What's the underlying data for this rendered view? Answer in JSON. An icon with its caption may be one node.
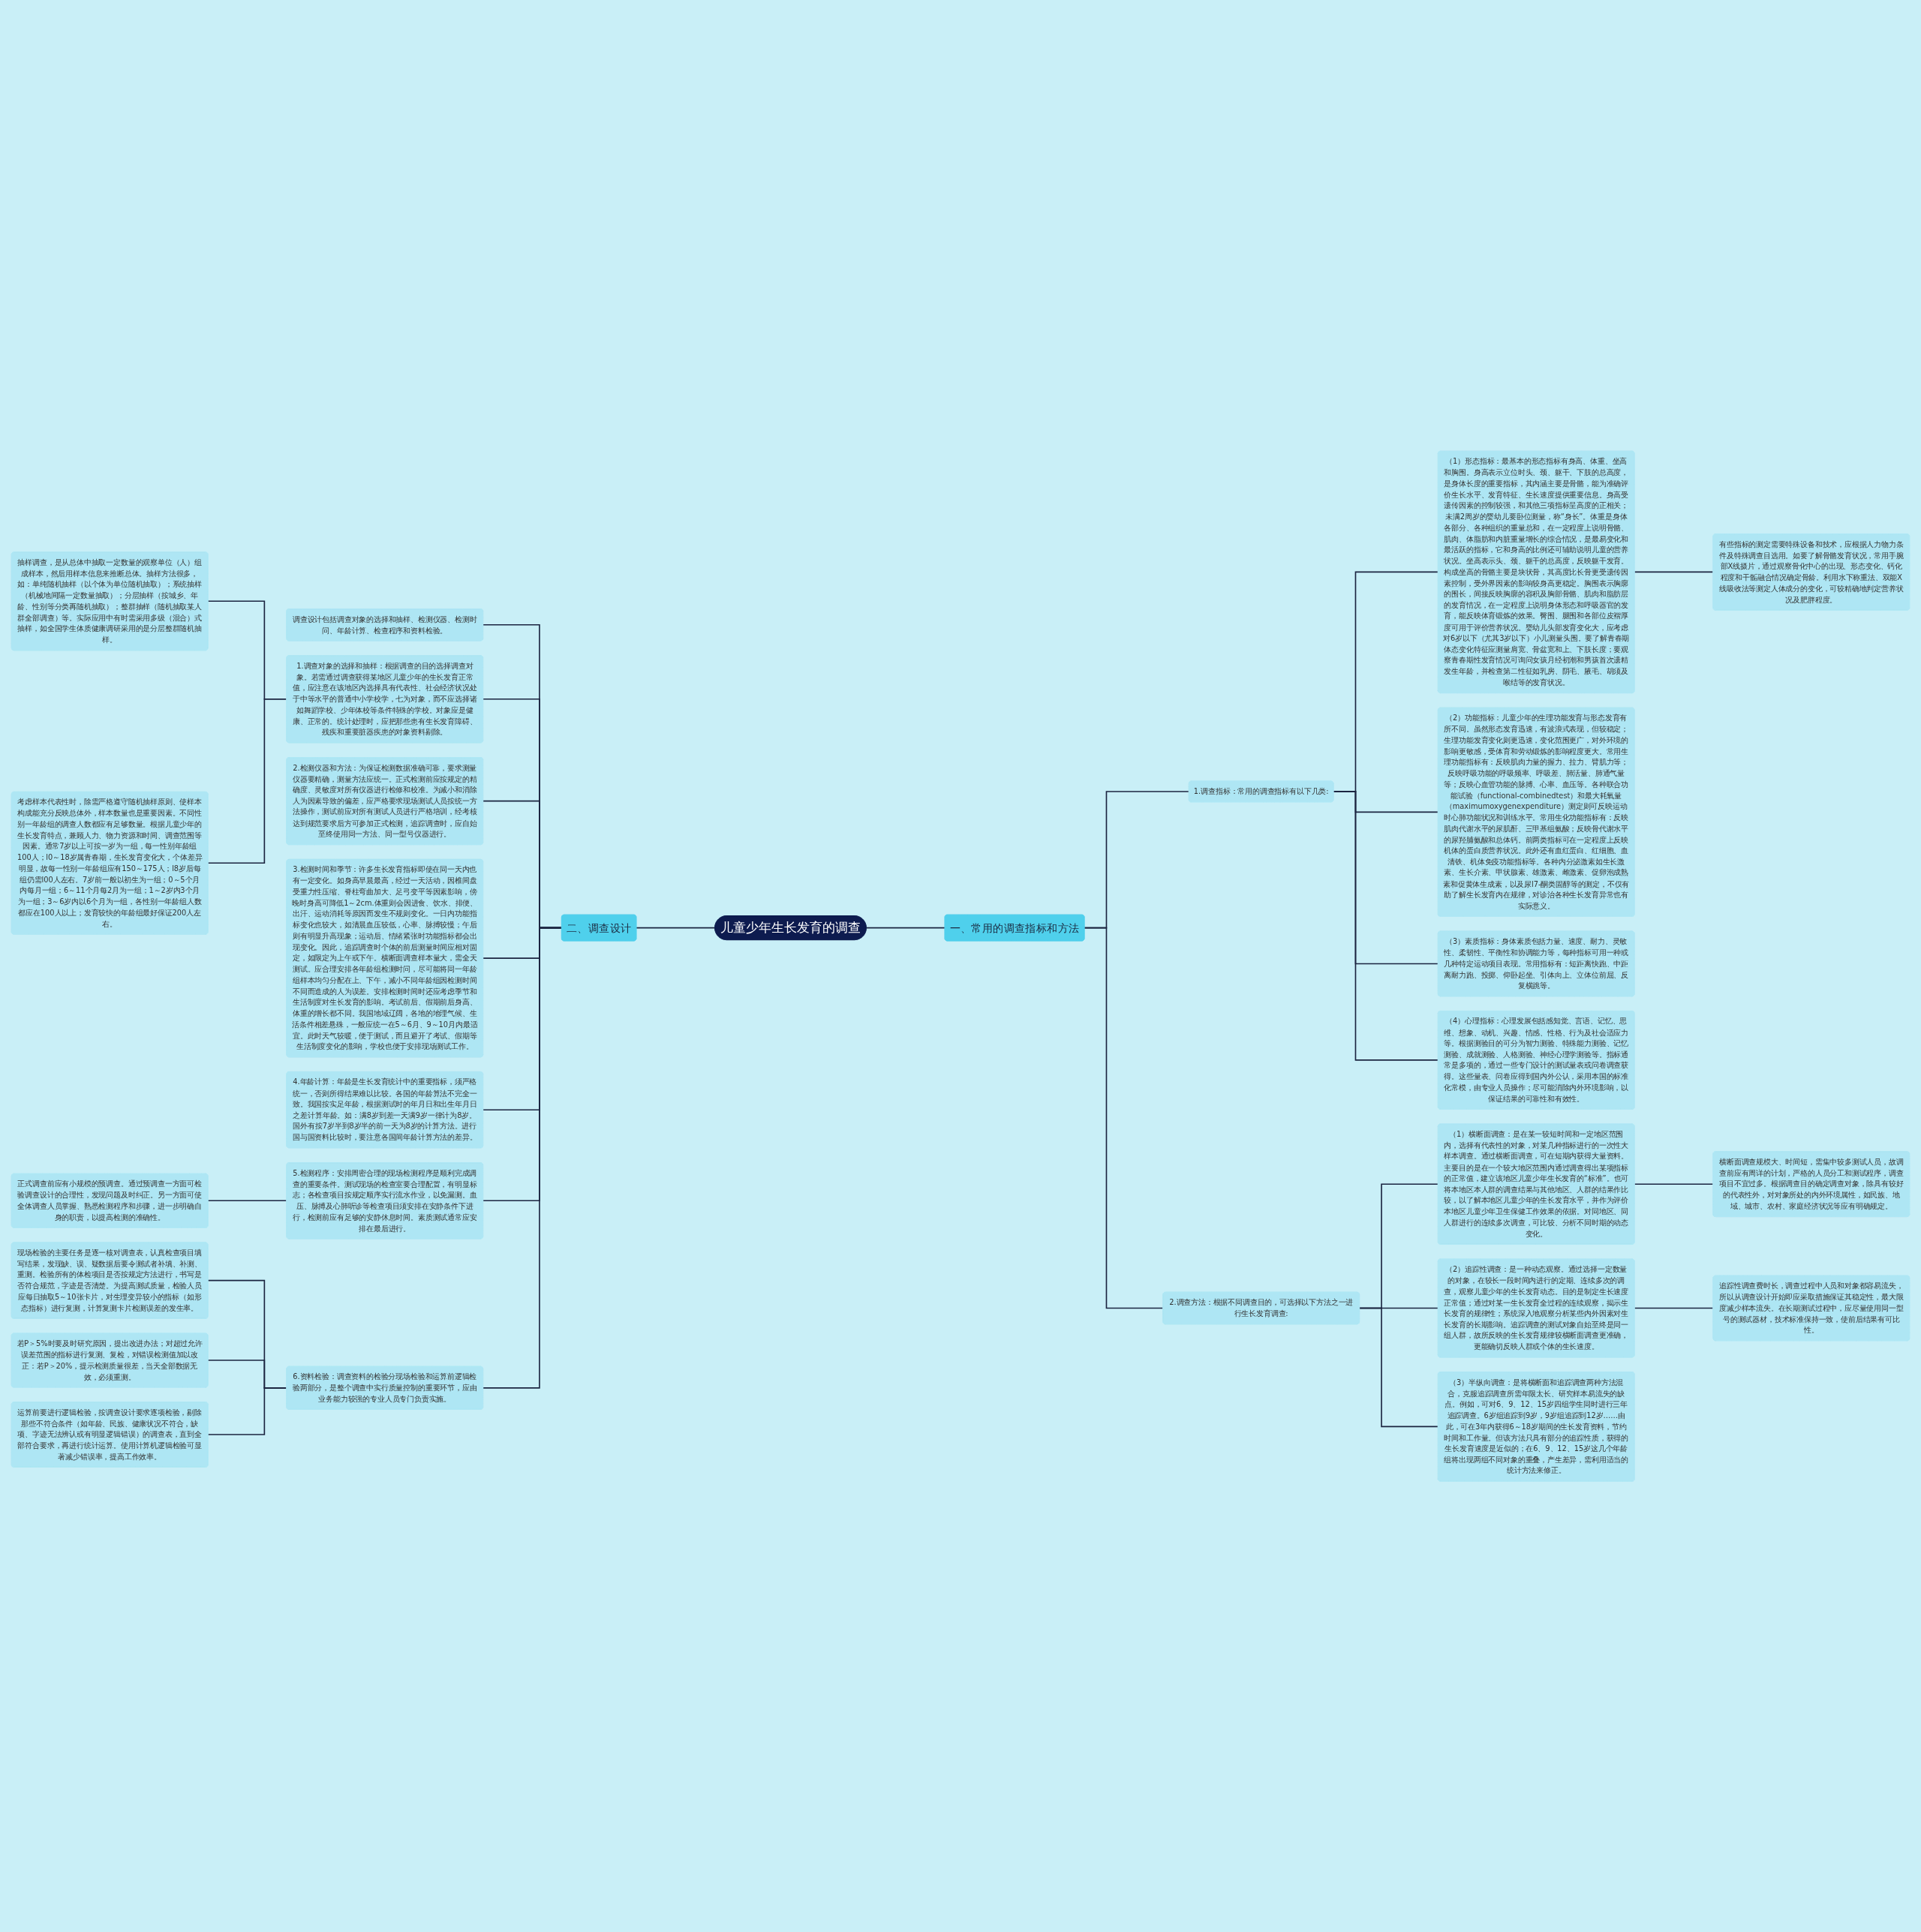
{
  "diagram": {
    "nodes": [
      {
        "text": [
          "儿童少年生长发育的调查"
        ]
      },
      {
        "text": [
          "二、调查设计"
        ]
      },
      {
        "text": [
          "调查设计包括调查对象的选择和抽样、检测仪器、检测时问、年龄计算、检查程序和资料检验。"
        ]
      },
      {
        "text": [
          "1.调查对象的选择和抽样：根据调查的目的选择调查对象。若需通过调查获得某地区儿童少年的生长发育正常值，应注意在该地区内选择具有代表性、社会经济状况处于中等水平的普通中小学校学，七为对象，而不应选择诸如舞蹈学校、少年体校等条件特殊的学校。对象应是健康、正常的。统计处理时，应把那些患有生长发育障碍、残疾和重要脏器疾患的对象资料剔除。"
        ]
      },
      {
        "text": [
          "抽样调查，是从总体中抽取一定数量的观察单位（人）组成样本，然后用样本信息来推断总体。抽样方法很多，如：单纯随机抽样（以个体为单位随机抽取）；系统抽样（机械地间隔一定数量抽取）；分层抽样（按城乡、年龄、性别等分类再随机抽取）；整群抽样（随机抽取某人群全部调查）等。实际应用中有时需采用多级（混合）式抽样，如全国学生体质健康调研采用的是分层整群随机抽样。"
        ]
      },
      {
        "text": [
          "考虑样本代表性时，除需严格遵守随机抽样原则、使样本构成能充分反映总体外，样本数量也是重要因素。不同性别一年龄组的调查人数都应有足够数量。根据儿童少年的生长发育特点，兼顾人力、物力资源和时间、调查范围等因素。通常7岁以上可按一岁为一组，每一性别年龄组100人；l0～18岁属青春期，生长发育变化大，个体差异明显，故每一性别一年龄组应有150～175人；l8岁后每组仍需l00人左右。7岁前一般以初生为一组；0～5个月内每月一组；6～11个月每2月为一组；1～2岁内3个月为一组；3～6岁内以6个月为一组，各性别一年龄组人数都应在100人以上；发育较快的年龄组最好保证200人左右。"
        ]
      },
      {
        "text": [
          "2.检测仪器和方法：为保证检测数据准确可靠，要求测量仪器要精确，测量方法应统一。正式检测前应按规定的精确度、灵敏度对所有仪器进行检修和校准。为减小和消除人为因素导致的偏差，应严格要求现场测试人员按统一方法操作，测试前应对所有测试人员进行严格培训，经考核达到规范要求后方可参加正式检测，追踪调查时，应自始至终使用同一方法、同一型号仪器进行。"
        ]
      },
      {
        "text": [
          "3.检测时间和季节：许多生长发育指标即使在同一天内也有一定变化。如身高早晨最高，经过一天活动，因椎间盘受重力性压缩、脊柱弯曲加大、足弓变平等因素影响，傍晚时身高可降低1～2cm.体重则会因进食、饮水、排便、出汗、运动消耗等原因而发生不规则变化。一日内功能指标变化也较大，如清晨血压较低，心率、脉搏较慢；午后则有明显升高现象；运动后、情绪紧张时功能指标都会出现变化。因此，追踪调查时个体的前后测量时间应相对固定，如限定为上午或下午。横断面调查样本量大，需全天测试。应合理安排各年龄组检测时问，尽可能将同一年龄组样本均匀分配在上、下午，减小不同年龄组因检测时间不同而造成的人为误差。安排检测时间时还应考虑季节和生活制度对生长发育的影响。考试前后、假期前后身高、体重的增长都不同。我国地域辽阔，各地的地理气候、生活条件相差悬殊，一般应统一在5～6月、9～10月内最适宜。此时天气较暖，便于测试，而且避开了考试、假期等生活制度变化的影响，学校也便于安排现场测试工作。"
        ]
      },
      {
        "text": [
          "4.年龄计算：年龄是生长发育统计中的重要指标，须严格统一，否则所得结果难以比较。各国的年龄算法不完全一致。我国按实足年龄，根据测试时的年月日和出生年月日之差计算年龄。如：满8岁到差一天满9岁一律计为8岁。国外有按7岁半到8岁半的前一天为8岁的计算方法。进行国与国资料比较时，要注意各国间年龄计算方法的差异。"
        ]
      },
      {
        "text": [
          "5.检测程序：安排周密合理的现场检测程序是顺利完成调查的重要条件。测试现场的检查室要合理配置，有明显标志；各检查项目按规定顺序实行流水作业，以免漏测。血压、脉搏及心肺听诊等检查项目须安排在安静条件下进行，检测前应有足够的安静休息时间。素质测试通常应安排在最后进行。"
        ]
      },
      {
        "text": [
          "正式调查前应有小规模的预调查。通过预调查一方面可检验调查设计的合理性，发现问题及时纠正。另一方面可使全体调查人员掌握、熟悉检测程序和步骤，进一步明确自身的职责，以提高检测的准确性。"
        ]
      },
      {
        "text": [
          "6.资料检验：调查资料的检验分现场检验和运算前逻辑检验两部分，是整个调查中实行质量控制的重要环节，应由业务能力较强的专业人员专门负责实施。"
        ]
      },
      {
        "text": [
          "现场检验的主要任务是逐一核对调查表，认真检查项目填写结果，发现缺、误、疑数据后要令测试者补填、补测、重测。检验所有的体检项目是否按规定方法进行，书写是否符合规范，字迹是否清楚。为提高测试质量，检验人员应每日抽取5～10张卡片，对生理变异较小的指标（如形态指标）进行复测，计算复测卡片检测误差的发生率。"
        ]
      },
      {
        "text": [
          "若P＞5%时要及时研究原因，提出改进办法；对超过允许误差范围的指标进行复测、复检，对错误检测值加以改正：若P＞20%，提示检测质量很差，当天全部数据无效，必须重测。"
        ]
      },
      {
        "text": [
          "运算前要进行逻辑检验，按调查设计要求逐项检验，剔除那些不符合条件（如年龄、民族、健康状况不符合，缺项、字迹无法辨认或有明显逻辑错误）的调查表，直到全部符合要求，再进行统计运算。使用计算机逻辑检验可显著减少错误率，提高工作效率。"
        ]
      },
      {
        "text": [
          "一、常用的调查指标和方法"
        ]
      },
      {
        "text": [
          "1.调查指标：常用的调查指标有以下几类:"
        ]
      },
      {
        "text": [
          "（1）形态指标：最基本的形态指标有身高、体重、坐高和胸围。身高表示立位时头、颈、躯干、下肢的总高度，是身体长度的重要指标，其内涵主要是骨骼，能为准确评价生长水平、发育特征、生长速度提供重要信息。身高受遗传因素的控制较强，和其他三项指标呈高度的正相关；未满2周岁的婴幼儿要卧位测量，称“身长”。体重是身体各部分、各种组织的重量总和，在一定程度上说明骨骼、肌肉、体脂肪和内脏重量增长的综合情况，是最易变化和最活跃的指标，它和身高的比例还可辅助说明儿童的营养状况。坐高表示头、颈、躯干的总高度，反映躯干发育。构成坐高的骨骼主要是块状骨，其高度比长骨更受遗传因素控制，受外界因素的影响较身高更稳定。胸围表示胸廓的围长，间接反映胸廓的容积及胸部骨骼、肌肉和脂肪层的发育情况，在一定程度上说明身体形态和呼吸器官的发育，能反映体育锻炼的效果。臀围、腿围和各部位皮褶厚度可用于评价营养状况。婴幼儿头部发育变化大，应考虑对6岁以下（尤其3岁以下）小儿测量头围。要了解青春期体态变化特征应测量肩宽、骨盆宽和上、下肢长度；要观察青春期性发育情况可询问女孩月经初潮和男孩首次遗精发生年龄，并检查第二性征如乳房、阴毛、腋毛、胡须及喉结等的发育状况。"
        ]
      },
      {
        "text": [
          "有些指标的测定需要特殊设备和技术，应根据人力物力条件及特殊调查目选用。如要了解骨骼发育状况，常用手腕部X线摄片，通过观察骨化中心的出现、形态变化、钙化程度和干骺融合情况确定骨龄。利用水下称重法、双能X线吸收法等测定人体成分的变化，可较精确地判定营养状况及肥胖程度。"
        ]
      },
      {
        "text": [
          "（2）功能指标：儿童少年的生理功能发育与形态发育有所不同。虽然形态发育迅速，有波浪式表现，但较稳定；生理功能发育变化则更迅速，变化范围更广，对外环境的影响更敏感，受体育和劳动锻炼的影响程度更大。常用生理功能指标有：反映肌肉力量的握力、拉力、臂肌力等；反映呼吸功能的呼吸频率、呼吸差、肺活量、肺通气量等；反映心血管功能的脉搏、心率、血压等。各种联合功能试验（functional-combinedtest）和最大耗氧量（maximumoxygenexpenditure）测定则可反映运动时心肺功能状况和训练水平。常用生化功能指标有：反映肌肉代谢水平的尿肌酐、三甲基组氨酸；反映骨代谢水平的尿羟脯氨酸和总体钙。前两类指标可在一定程度上反映机体的蛋白质营养状况。此外还有血红蛋白、红细胞、血清铁、机体免疫功能指标等。各种内分泌激素如生长激素、生长介素、甲状腺素、雄激素、雌激素、促卵泡成熟素和促黄体生成素，以及尿l7-酮类固醇等的测定，不仅有助了解生长发育内在规律，对诊治各种生长发育异常也有实际意义。"
        ]
      },
      {
        "text": [
          "（3）素质指标：身体素质包括力量、速度、耐力、灵敏性、柔韧性、平衡性和协调能力等，每种指标可用一种或几种特定运动项目表现。常用指标有：短距离快跑、中距离耐力跑、投掷、仰卧起坐、引体向上、立体位前屈、反复横跳等。"
        ]
      },
      {
        "text": [
          "（4）心理指标：心理发展包括感知觉、言语、记忆、思维、想象、动机、兴趣、情感、性格、行为及社会适应力等。根据测验目的可分为智力测验、特殊能力测验、记忆测验、成就测验、人格测验、神经心理学测验等。指标通常是多项的，通过一些专门设计的测试量表或问卷调查获得。这些量表、问卷应得到国内外公认，采用本国的标准化常模，由专业人员操作；尽可能消除内外环境影响，以保证结果的可靠性和有效性。"
        ]
      },
      {
        "text": [
          "2.调查方法：根据不同调查目的，可选择以下方法之一进行生长发育调查:"
        ]
      },
      {
        "text": [
          "（1）横断面调查：是在某一较短时间和一定地区范围内，选择有代表性的对象，对某几种指标进行的一次性大样本调查。通过横断面调查，可在短期内获得大量资料。主要目的是在一个较大地区范围内通过调查得出某项指标的正常值，建立该地区儿童少年生长发育的“标准”。也可将本地区本人群的调查结果与其他地区、人群的结果作比较，以了解本地区儿童少年的生长发育水平，并作为评价本地区儿童少年卫生保健工作效果的依据。对同地区、同人群进行的连续多次调查，可比较、分析不同时期的动态变化。"
        ]
      },
      {
        "text": [
          "横断面调查规模大、时间短，需集中较多测试人员，故调查前应有周详的计划，严格的人员分工和测试程序，调查项目不宜过多。根据调查目的确定调查对象，除具有较好的代表性外，对对象所处的内外环境属性，如民族、地域、城市、农村、家庭经济状况等应有明确规定。"
        ]
      },
      {
        "text": [
          "（2）追踪性调查：是一种动态观察。通过选择一定数量的对象，在较长一段时间内进行的定期、连续多次的调查，观察儿童少年的生长发育动态。目的是制定生长速度正常值；通过对某一生长发育全过程的连续观察，揭示生长发育的规律性；系统深入地观察分析某些内外因素对生长发育的长期影响。追踪调查的测试对象自始至终是同一组人群，故所反映的生长发育规律较横断面调查更准确，更能确切反映人群或个体的生长速度。"
        ]
      },
      {
        "text": [
          "追踪性调查费时长，调查过程中人员和对象都容易流失，所以从调查设计开始即应采取措施保证其稳定性，最大限度减少样本流失。在长期测试过程中，应尽量使用同一型号的测试器材，技术标准保持一致，使前后结果有可比性。"
        ]
      },
      {
        "text": [
          "（3）半纵向调查：是将横断面和追踪调查两种方法混合，克服追踪调查所需年限太长、研究样本易流失的缺点。例如，可对6、9、12、15岁四组学生同时进行三年追踪调查。6岁组追踪到9岁，9岁组追踪到12岁……由此，可在3年内获得6～18岁期间的生长发育资料，节约时间和工作量。但该方法只具有部分的追踪性质，获得的生长发育速度是近似的；在6、9、12、15岁这几个年龄组将出现两组不同对象的重叠，产生差异，需利用适当的统计方法来修正。"
        ]
      }
    ],
    "edges": [
      {
        "from": 0,
        "to": 1,
        "arrow": "none"
      },
      {
        "from": 1,
        "to": 2,
        "arrow": "none"
      },
      {
        "from": 1,
        "to": 3,
        "arrow": "none"
      },
      {
        "from": 3,
        "to": 4,
        "arrow": "none"
      },
      {
        "from": 3,
        "to": 5,
        "arrow": "none"
      },
      {
        "from": 1,
        "to": 6,
        "arrow": "none"
      },
      {
        "from": 1,
        "to": 7,
        "arrow": "none"
      },
      {
        "from": 1,
        "to": 8,
        "arrow": "none"
      },
      {
        "from": 1,
        "to": 9,
        "arrow": "none"
      },
      {
        "from": 9,
        "to": 10,
        "arrow": "none"
      },
      {
        "from": 1,
        "to": 11,
        "arrow": "none"
      },
      {
        "from": 11,
        "to": 12,
        "arrow": "none"
      },
      {
        "from": 11,
        "to": 13,
        "arrow": "none"
      },
      {
        "from": 11,
        "to": 14,
        "arrow": "none"
      },
      {
        "from": 0,
        "to": 15,
        "arrow": "none"
      },
      {
        "from": 15,
        "to": 16,
        "arrow": "none"
      },
      {
        "from": 16,
        "to": 17,
        "arrow": "none"
      },
      {
        "from": 17,
        "to": 18,
        "arrow": "none"
      },
      {
        "from": 16,
        "to": 19,
        "arrow": "none"
      },
      {
        "from": 16,
        "to": 20,
        "arrow": "none"
      },
      {
        "from": 16,
        "to": 21,
        "arrow": "none"
      },
      {
        "from": 15,
        "to": 22,
        "arrow": "none"
      },
      {
        "from": 22,
        "to": 23,
        "arrow": "none"
      },
      {
        "from": 23,
        "to": 24,
        "arrow": "none"
      },
      {
        "from": 22,
        "to": 25,
        "arrow": "none"
      },
      {
        "from": 25,
        "to": 26,
        "arrow": "none"
      },
      {
        "from": 22,
        "to": 27,
        "arrow": "none"
      }
    ]
  }
}
